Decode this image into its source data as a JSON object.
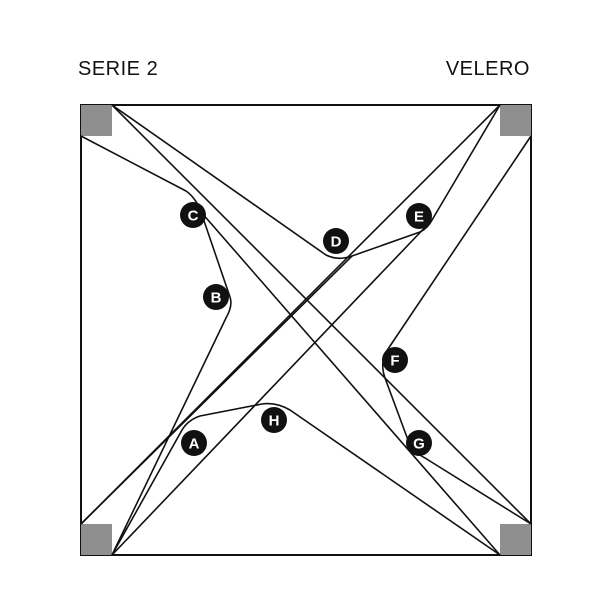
{
  "header": {
    "series": "SERIE 2",
    "model": "VELERO"
  },
  "colors": {
    "line": "#111111",
    "corner_anchor": "#8f8f8f",
    "node_fill": "#111111",
    "node_text": "#ffffff"
  },
  "nodes": [
    {
      "id": "A",
      "label": "A"
    },
    {
      "id": "B",
      "label": "B"
    },
    {
      "id": "C",
      "label": "C"
    },
    {
      "id": "D",
      "label": "D"
    },
    {
      "id": "E",
      "label": "E"
    },
    {
      "id": "F",
      "label": "F"
    },
    {
      "id": "G",
      "label": "G"
    },
    {
      "id": "H",
      "label": "H"
    }
  ],
  "corners": [
    "top-left",
    "top-right",
    "bottom-left",
    "bottom-right"
  ]
}
